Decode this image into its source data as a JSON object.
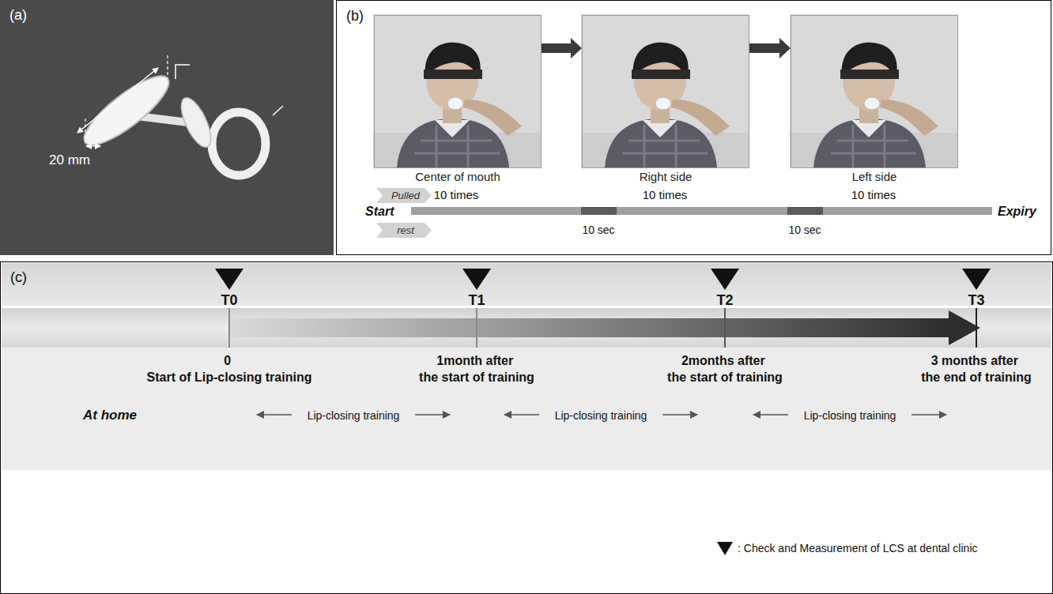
{
  "diagram": {
    "nodes": [
      {
        "text": [
          "(a)"
        ]
      },
      {
        "text": [
          "(b)"
        ]
      },
      {
        "text": [
          "Center of mouth"
        ],
        "in": 1
      },
      {
        "text": [
          "Right side"
        ],
        "in": 1
      },
      {
        "text": [
          "Left side"
        ],
        "in": 1
      },
      {
        "text": [
          "Pulled"
        ],
        "in": 1
      },
      {
        "text": [
          "rest"
        ],
        "in": 1
      },
      {
        "text": [
          "(c)"
        ]
      }
    ],
    "edges": [
      {
        "from": 2,
        "to": 3,
        "arrow": "to"
      },
      {
        "from": 3,
        "to": 4,
        "arrow": "to"
      }
    ],
    "labels": [
      "20 mm",
      "10 times",
      "10 times",
      "10 times",
      "Start",
      "Expiry",
      "10 sec",
      "10 sec",
      "T0",
      "T1",
      "T2",
      "T3",
      "0 Start of Lip-closing training",
      "1month after the start of training",
      "2months after the start of training",
      "3 months after the end of training",
      "At home",
      "Lip-closing training",
      "Lip-closing training",
      "Lip-closing training"
    ],
    "legend": [
      {
        "text": ": Check and Measurement of LCS at dental clinic"
      }
    ]
  }
}
